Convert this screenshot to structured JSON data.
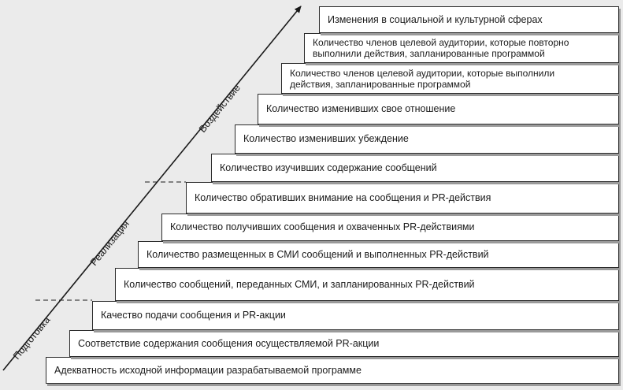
{
  "stages": [
    {
      "label": "Адекватность исходной  информации разрабатываемой программе"
    },
    {
      "label": "Соответствие содержания сообщения осуществляемой PR-акции"
    },
    {
      "label": "Качество подачи сообщения и PR-акции"
    },
    {
      "label": "Количество сообщений, переданных СМИ, и запланированных PR-действий"
    },
    {
      "label": "Количество размещенных в СМИ сообщений и выполненных PR-действий"
    },
    {
      "label": "Количество получивших сообщения и охваченных PR-действиями"
    },
    {
      "label": "Количество обративших внимание на сообщения и PR-действия"
    },
    {
      "label": "Количество изучивших содержание сообщений"
    },
    {
      "label": "Количество изменивших убеждение"
    },
    {
      "label": "Количество изменивших свое отношение"
    },
    {
      "label": "Количество членов целевой аудитории, которые выполнили действия, запланированные программой",
      "line1": "Количество членов целевой аудитории, которые выполнили",
      "line2": "действия, запланированные программой"
    },
    {
      "label": "Количество членов целевой аудитории, которые повторно выполнили действия, запланированные программой",
      "line1": "Количество членов целевой аудитории, которые повторно",
      "line2": "выполнили действия, запланированные программой"
    },
    {
      "label": "Изменения в социальной и культурной сферах"
    }
  ],
  "phases": {
    "preparation": "Подготовка",
    "implementation": "Реализация",
    "impact": "Воздействие"
  }
}
